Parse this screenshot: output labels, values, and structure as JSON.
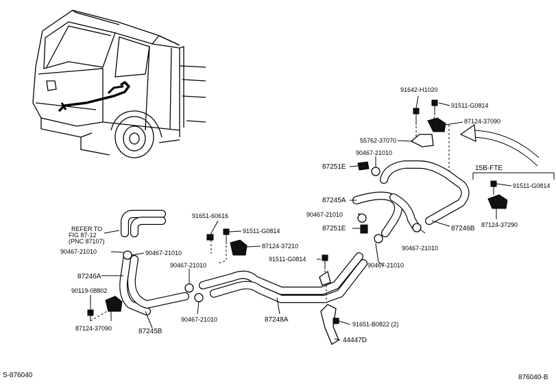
{
  "diagram": {
    "ref_note": [
      "REFER TO",
      "FIG 87-12",
      "(PNC 87107)"
    ],
    "variant_label": "15B-FTE",
    "code_left": "S-876040",
    "code_right": "876040-B",
    "callouts": [
      {
        "id": "c_91642_h1020",
        "text": "91642-H1020"
      },
      {
        "id": "c_91511_g0814_top",
        "text": "91511-G0814"
      },
      {
        "id": "c_87124_37090_top",
        "text": "87124-37090"
      },
      {
        "id": "c_55762_37070",
        "text": "55762-37070"
      },
      {
        "id": "c_90467_21010_a",
        "text": "90467-21010"
      },
      {
        "id": "c_87251e_top",
        "text": "87251E"
      },
      {
        "id": "c_91511_g0814_right",
        "text": "91511-G0814"
      },
      {
        "id": "c_87245a_right",
        "text": "87245A"
      },
      {
        "id": "c_90467_21010_b",
        "text": "90467-21010"
      },
      {
        "id": "c_87251e_mid",
        "text": "87251E"
      },
      {
        "id": "c_87246b",
        "text": "87246B"
      },
      {
        "id": "c_87124_37290",
        "text": "87124-37290"
      },
      {
        "id": "c_91651_60616",
        "text": "91651-60616"
      },
      {
        "id": "c_91511_g0814_mid",
        "text": "91511-G0814"
      },
      {
        "id": "c_87124_37210",
        "text": "87124-37210"
      },
      {
        "id": "c_90467_21010_c",
        "text": "90467-21010"
      },
      {
        "id": "c_90467_21010_d",
        "text": "90467-21010"
      },
      {
        "id": "c_90467_21010_e",
        "text": "90467-21010"
      },
      {
        "id": "c_91511_g0814_low",
        "text": "91511-G0814"
      },
      {
        "id": "c_90467_21010_f",
        "text": "90467-21010"
      },
      {
        "id": "c_90467_21010_g",
        "text": "90467-21010"
      },
      {
        "id": "c_87246a",
        "text": "87246A"
      },
      {
        "id": "c_90119_08802",
        "text": "90119-08802"
      },
      {
        "id": "c_87124_37090_low",
        "text": "87124-37090"
      },
      {
        "id": "c_87245b",
        "text": "87245B"
      },
      {
        "id": "c_87248a",
        "text": "87248A"
      },
      {
        "id": "c_90467_21010_h",
        "text": "90467-21010"
      },
      {
        "id": "c_91651_b0822",
        "text": "91651-B0822 (2)"
      },
      {
        "id": "c_44447d",
        "text": "44447D"
      }
    ]
  }
}
